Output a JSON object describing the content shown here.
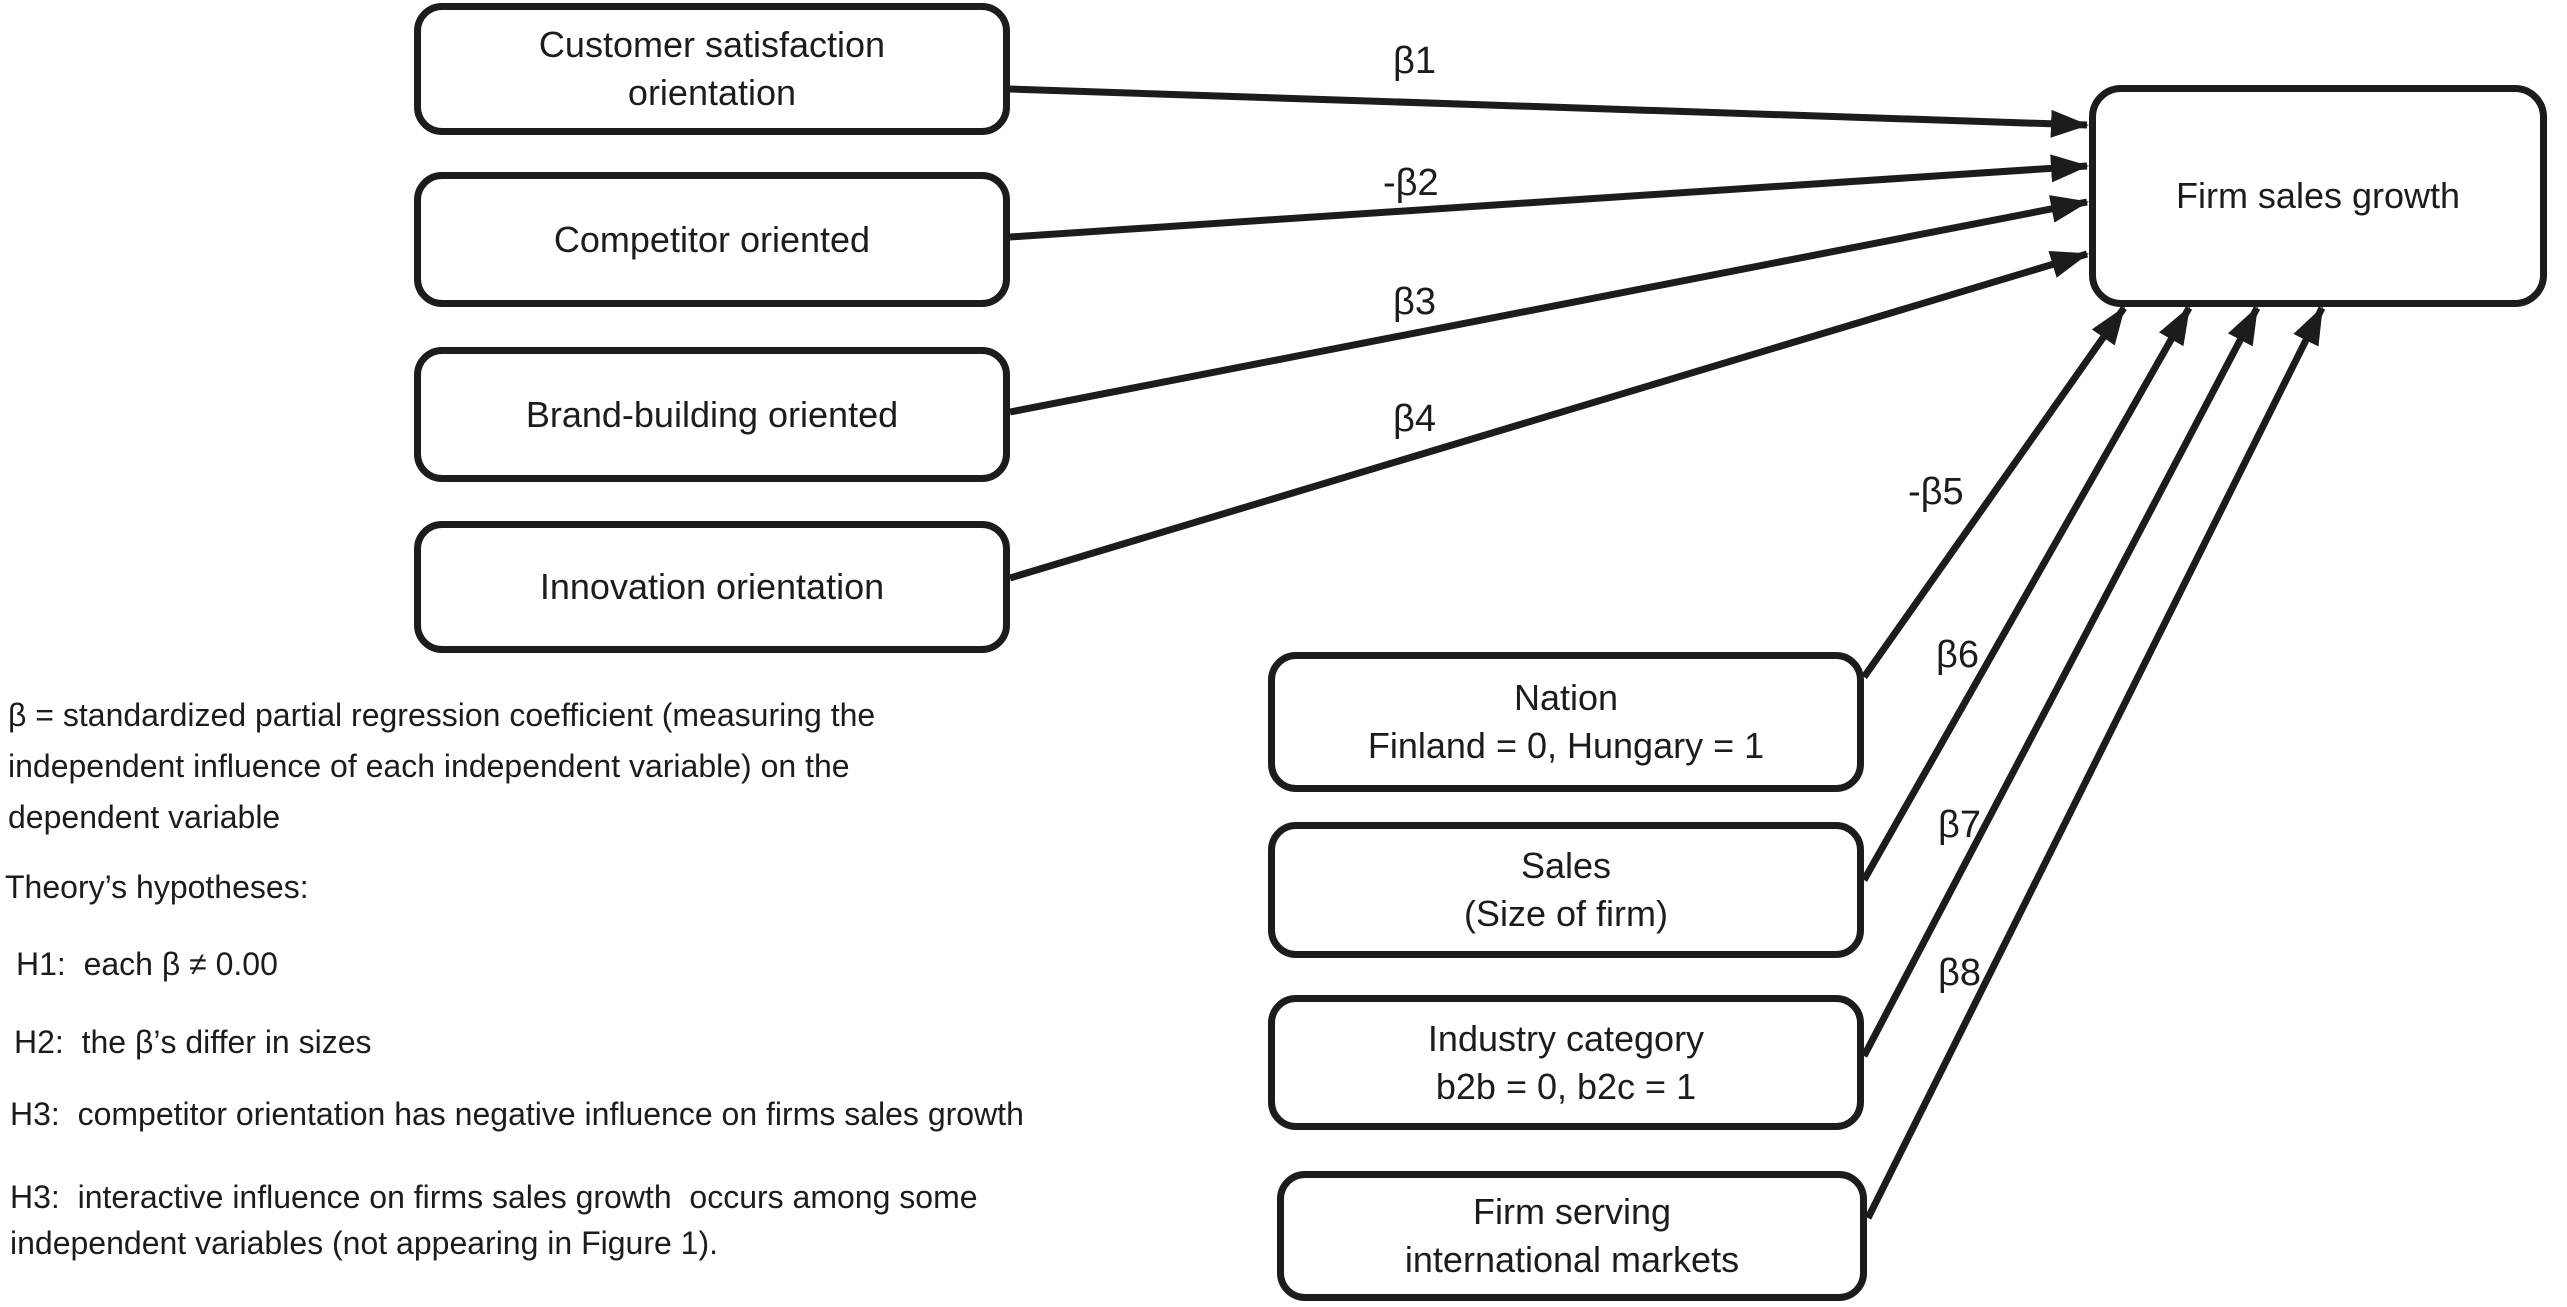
{
  "figure": {
    "background": "#ffffff",
    "ink_color": "#1c1c1c"
  },
  "boxes": {
    "customer_satisfaction": "Customer satisfaction\norientation",
    "competitor": "Competitor oriented",
    "brand_building": "Brand-building oriented",
    "innovation": "Innovation orientation",
    "firm_sales_growth": "Firm sales growth",
    "nation": "Nation\nFinland = 0, Hungary = 1",
    "sales": "Sales\n(Size of firm)",
    "industry": "Industry category\nb2b = 0, b2c = 1",
    "international": "Firm serving\ninternational markets"
  },
  "path_labels": {
    "b1": "β1",
    "b2": "-β2",
    "b3": "β3",
    "b4": "β4",
    "b5": "-β5",
    "b6": "β6",
    "b7": "β7",
    "b8": "β8"
  },
  "notes": {
    "beta_definition": "β = standardized partial regression coefficient (measuring the\nindependent influence of each independent variable) on the\ndependent variable",
    "hypotheses_title": "Theory’s hypotheses:",
    "h1": "H1:  each β ≠ 0.00",
    "h2": "H2:  the β’s differ in sizes",
    "h3a": "H3:  competitor orientation has negative influence on firms sales growth",
    "h3b": "H3:  interactive influence on firms sales growth  occurs among some\nindependent variables (not appearing in Figure 1)."
  }
}
